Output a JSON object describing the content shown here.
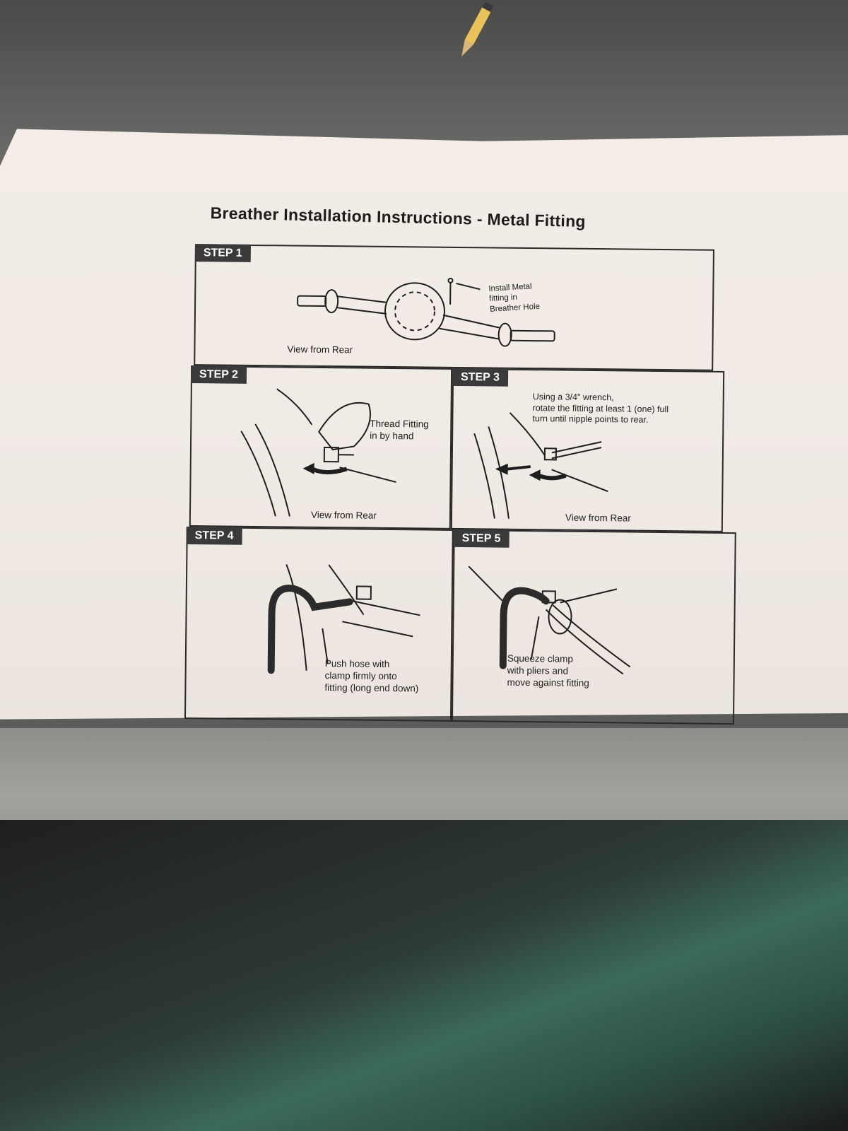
{
  "document": {
    "title": "Breather Installation Instructions - Metal Fitting",
    "steps": [
      {
        "label": "STEP 1",
        "caption": "Install Metal\nfitting in\nBreather Hole",
        "view": "View from Rear"
      },
      {
        "label": "STEP 2",
        "caption": "Thread Fitting\nin by hand",
        "view": "View from Rear"
      },
      {
        "label": "STEP 3",
        "caption": "Using a 3/4\" wrench,\nrotate the fitting at least 1 (one) full\nturn until nipple points to rear.",
        "view": "View from Rear"
      },
      {
        "label": "STEP 4",
        "caption": "Push hose with\nclamp firmly onto\nfitting (long end down)",
        "view": ""
      },
      {
        "label": "STEP 5",
        "caption": "Squeeze clamp\nwith pliers and\nmove against fitting",
        "view": ""
      }
    ]
  },
  "colors": {
    "paper": "#f1ebe6",
    "ink": "#1e1e1e",
    "tag": "#3a3a3a",
    "bench": "#8e8d89"
  }
}
